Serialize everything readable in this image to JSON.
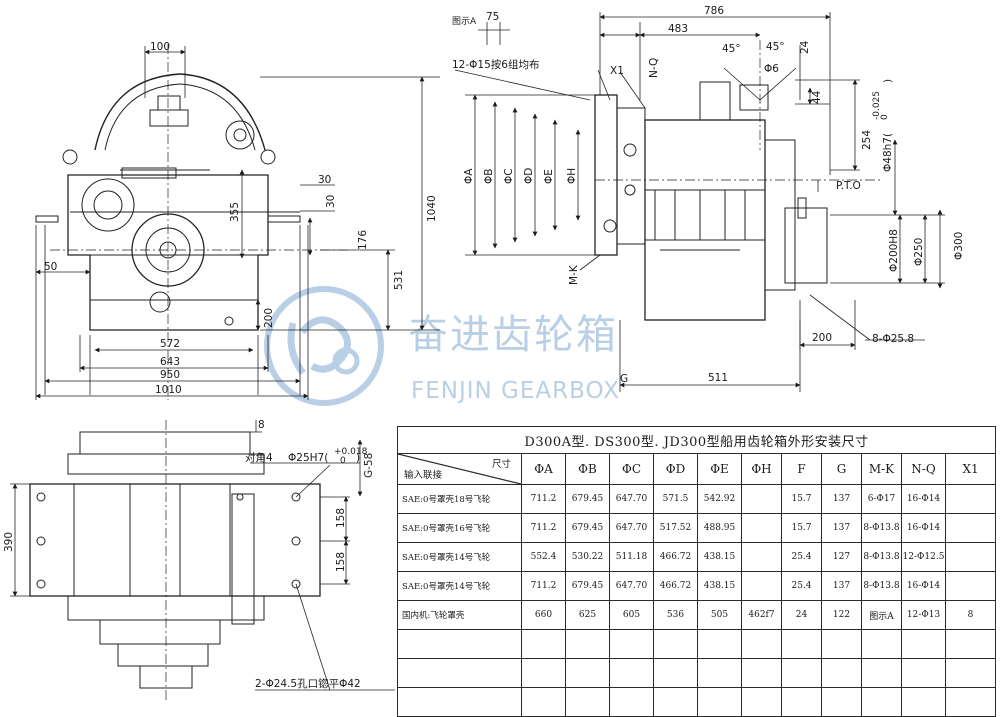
{
  "watermark": {
    "chinese": "奋进齿轮箱",
    "english": "FENJIN GEARBOX"
  },
  "front_view": {
    "dims": [
      "100",
      "355",
      "30",
      "30",
      "176",
      "531",
      "1040",
      "50",
      "200",
      "572",
      "643",
      "950",
      "1010"
    ]
  },
  "side_view": {
    "dims": [
      "786",
      "483",
      "75",
      "45°",
      "45°",
      "24",
      "Φ6",
      "44",
      "254",
      "Φ48h7(",
      "-0.025",
      "0",
      ")",
      "ΦA",
      "ΦB",
      "ΦC",
      "ΦD",
      "ΦE",
      "ΦH",
      "Φ200H8",
      "Φ250",
      "Φ300",
      "200",
      "8-Φ25.8",
      "G",
      "511",
      "P.T.O",
      "X1",
      "N-Q",
      "M-K"
    ],
    "notes": {
      "view_a": "图示A",
      "bolt_holes": "12-Φ15按6组均布"
    }
  },
  "bottom_view": {
    "dims": [
      "8",
      "390",
      "158",
      "158",
      "G-58"
    ],
    "notes": {
      "diagonal": "对角4",
      "pin_hole": "Φ25H7(",
      "pin_tol_top": "+0.018",
      "pin_tol_bot": "0",
      "pin_close": ")",
      "holes": "2-Φ24.5孔口锪平Φ42"
    }
  },
  "table": {
    "title": "D300A型. DS300型. JD300型船用齿轮箱外形安装尺寸",
    "corner_top": "尺寸",
    "corner_bottom": "输入联接",
    "headers": [
      "ΦA",
      "ΦB",
      "ΦC",
      "ΦD",
      "ΦE",
      "ΦH",
      "F",
      "G",
      "M-K",
      "N-Q",
      "X1"
    ],
    "rows": [
      {
        "label": "SAE:0号罩壳18号飞轮",
        "cells": [
          "711.2",
          "679.45",
          "647.70",
          "571.5",
          "542.92",
          "",
          "15.7",
          "137",
          "6-Φ17",
          "16-Φ14",
          ""
        ]
      },
      {
        "label": "SAE:0号罩壳16号飞轮",
        "cells": [
          "711.2",
          "679.45",
          "647.70",
          "517.52",
          "488.95",
          "",
          "15.7",
          "137",
          "8-Φ13.8",
          "16-Φ14",
          ""
        ]
      },
      {
        "label": "SAE:0号罩壳14号飞轮",
        "cells": [
          "552.4",
          "530.22",
          "511.18",
          "466.72",
          "438.15",
          "",
          "25.4",
          "127",
          "8-Φ13.8",
          "12-Φ12.5",
          ""
        ]
      },
      {
        "label": "SAE:0号罩壳14号飞轮",
        "cells": [
          "711.2",
          "679.45",
          "647.70",
          "466.72",
          "438.15",
          "",
          "25.4",
          "137",
          "8-Φ13.8",
          "16-Φ14",
          ""
        ]
      },
      {
        "label": "国内机:飞轮罩壳",
        "cells": [
          "660",
          "625",
          "605",
          "536",
          "505",
          "462f7",
          "24",
          "122",
          "图示A",
          "12-Φ13",
          "8"
        ]
      }
    ],
    "empty_rows": 3
  }
}
